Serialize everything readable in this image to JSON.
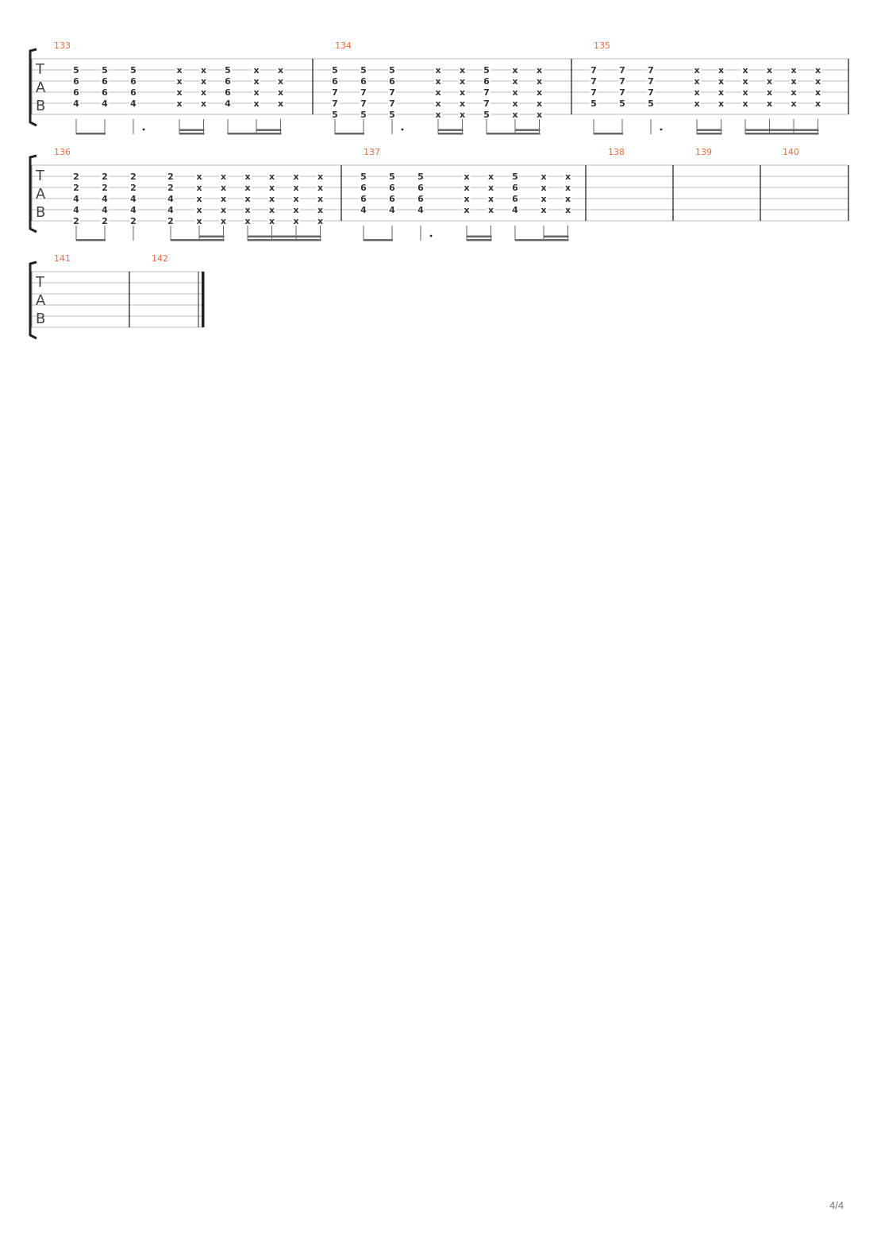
{
  "colors": {
    "measure_number": "#f26b3a",
    "staff_line": "#bbbbbb",
    "barline": "#222222",
    "notes": "#333333",
    "beam": "#666666"
  },
  "clef": [
    "T",
    "A",
    "B"
  ],
  "page_number": "4/4",
  "systems": [
    {
      "measures": [
        {
          "number": "133",
          "beats": [
            {
              "frets": [
                null,
                "5",
                "6",
                "6",
                "4",
                null
              ],
              "dur": 0.5,
              "group": 1
            },
            {
              "frets": [
                null,
                "5",
                "6",
                "6",
                "4",
                null
              ],
              "dur": 0.5,
              "group": 1
            },
            {
              "frets": [
                null,
                "5",
                "6",
                "6",
                "4",
                null
              ],
              "dur": 1,
              "dotted": true,
              "group": 2
            },
            {
              "frets": [
                null,
                "x",
                "x",
                "x",
                "x",
                null
              ],
              "dur": 0.25,
              "group": 3
            },
            {
              "frets": [
                null,
                "x",
                "x",
                "x",
                "x",
                null
              ],
              "dur": 0.25,
              "group": 3
            },
            {
              "frets": [
                null,
                "5",
                "6",
                "6",
                "4",
                null
              ],
              "dur": 0.5,
              "group": 4
            },
            {
              "frets": [
                null,
                "x",
                "x",
                "x",
                "x",
                null
              ],
              "dur": 0.25,
              "group": 4
            },
            {
              "frets": [
                null,
                "x",
                "x",
                "x",
                "x",
                null
              ],
              "dur": 0.25,
              "group": 4
            }
          ]
        },
        {
          "number": "134",
          "beats": [
            {
              "frets": [
                null,
                "5",
                "6",
                "7",
                "7",
                "5"
              ],
              "dur": 0.5,
              "group": 1
            },
            {
              "frets": [
                null,
                "5",
                "6",
                "7",
                "7",
                "5"
              ],
              "dur": 0.5,
              "group": 1
            },
            {
              "frets": [
                null,
                "5",
                "6",
                "7",
                "7",
                "5"
              ],
              "dur": 1,
              "dotted": true,
              "group": 2
            },
            {
              "frets": [
                null,
                "x",
                "x",
                "x",
                "x",
                "x"
              ],
              "dur": 0.25,
              "group": 3
            },
            {
              "frets": [
                null,
                "x",
                "x",
                "x",
                "x",
                "x"
              ],
              "dur": 0.25,
              "group": 3
            },
            {
              "frets": [
                null,
                "5",
                "6",
                "7",
                "7",
                "5"
              ],
              "dur": 0.5,
              "group": 4
            },
            {
              "frets": [
                null,
                "x",
                "x",
                "x",
                "x",
                "x"
              ],
              "dur": 0.25,
              "group": 4
            },
            {
              "frets": [
                null,
                "x",
                "x",
                "x",
                "x",
                "x"
              ],
              "dur": 0.25,
              "group": 4
            }
          ]
        },
        {
          "number": "135",
          "beats": [
            {
              "frets": [
                null,
                "7",
                "7",
                "7",
                "5",
                null
              ],
              "dur": 0.5,
              "group": 1
            },
            {
              "frets": [
                null,
                "7",
                "7",
                "7",
                "5",
                null
              ],
              "dur": 0.5,
              "group": 1
            },
            {
              "frets": [
                null,
                "7",
                "7",
                "7",
                "5",
                null
              ],
              "dur": 1,
              "dotted": true,
              "group": 2
            },
            {
              "frets": [
                null,
                "x",
                "x",
                "x",
                "x",
                null
              ],
              "dur": 0.25,
              "group": 3
            },
            {
              "frets": [
                null,
                "x",
                "x",
                "x",
                "x",
                null
              ],
              "dur": 0.25,
              "group": 3
            },
            {
              "frets": [
                null,
                "x",
                "x",
                "x",
                "x",
                null
              ],
              "dur": 0.25,
              "group": 4
            },
            {
              "frets": [
                null,
                "x",
                "x",
                "x",
                "x",
                null
              ],
              "dur": 0.25,
              "group": 4
            },
            {
              "frets": [
                null,
                "x",
                "x",
                "x",
                "x",
                null
              ],
              "dur": 0.25,
              "group": 4
            },
            {
              "frets": [
                null,
                "x",
                "x",
                "x",
                "x",
                null
              ],
              "dur": 0.25,
              "group": 4
            }
          ]
        }
      ]
    },
    {
      "measures": [
        {
          "number": "136",
          "beats": [
            {
              "frets": [
                null,
                "2",
                "2",
                "4",
                "4",
                "2"
              ],
              "dur": 0.5,
              "group": 1
            },
            {
              "frets": [
                null,
                "2",
                "2",
                "4",
                "4",
                "2"
              ],
              "dur": 0.5,
              "group": 1
            },
            {
              "frets": [
                null,
                "2",
                "2",
                "4",
                "4",
                "2"
              ],
              "dur": 1,
              "group": 2
            },
            {
              "frets": [
                null,
                "2",
                "2",
                "4",
                "4",
                "2"
              ],
              "dur": 0.5,
              "group": 3
            },
            {
              "frets": [
                null,
                "x",
                "x",
                "x",
                "x",
                "x"
              ],
              "dur": 0.25,
              "group": 3
            },
            {
              "frets": [
                null,
                "x",
                "x",
                "x",
                "x",
                "x"
              ],
              "dur": 0.25,
              "group": 3
            },
            {
              "frets": [
                null,
                "x",
                "x",
                "x",
                "x",
                "x"
              ],
              "dur": 0.25,
              "group": 4
            },
            {
              "frets": [
                null,
                "x",
                "x",
                "x",
                "x",
                "x"
              ],
              "dur": 0.25,
              "group": 4
            },
            {
              "frets": [
                null,
                "x",
                "x",
                "x",
                "x",
                "x"
              ],
              "dur": 0.25,
              "group": 4
            },
            {
              "frets": [
                null,
                "x",
                "x",
                "x",
                "x",
                "x"
              ],
              "dur": 0.25,
              "group": 4
            }
          ]
        },
        {
          "number": "137",
          "beats": [
            {
              "frets": [
                null,
                "5",
                "6",
                "6",
                "4",
                null
              ],
              "dur": 0.5,
              "group": 1
            },
            {
              "frets": [
                null,
                "5",
                "6",
                "6",
                "4",
                null
              ],
              "dur": 0.5,
              "group": 1
            },
            {
              "frets": [
                null,
                "5",
                "6",
                "6",
                "4",
                null
              ],
              "dur": 1,
              "dotted": true,
              "group": 2
            },
            {
              "frets": [
                null,
                "x",
                "x",
                "x",
                "x",
                null
              ],
              "dur": 0.25,
              "group": 3
            },
            {
              "frets": [
                null,
                "x",
                "x",
                "x",
                "x",
                null
              ],
              "dur": 0.25,
              "group": 3
            },
            {
              "frets": [
                null,
                "5",
                "6",
                "6",
                "4",
                null
              ],
              "dur": 0.5,
              "group": 4
            },
            {
              "frets": [
                null,
                "x",
                "x",
                "x",
                "x",
                null
              ],
              "dur": 0.25,
              "group": 4
            },
            {
              "frets": [
                null,
                "x",
                "x",
                "x",
                "x",
                null
              ],
              "dur": 0.25,
              "group": 4
            }
          ]
        },
        {
          "number": "138",
          "beats": []
        },
        {
          "number": "139",
          "beats": []
        },
        {
          "number": "140",
          "beats": []
        }
      ]
    },
    {
      "measures": [
        {
          "number": "141",
          "beats": []
        },
        {
          "number": "142",
          "beats": [],
          "final": true
        }
      ]
    }
  ]
}
